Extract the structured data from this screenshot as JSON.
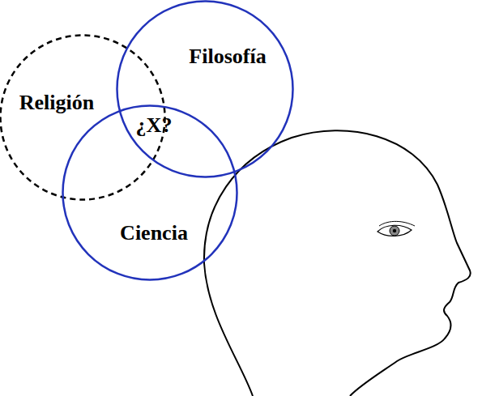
{
  "diagram": {
    "nodes": [
      {
        "text": [
          "Religión"
        ]
      },
      {
        "text": [
          "Filosofía"
        ]
      },
      {
        "text": [
          "Ciencia"
        ]
      }
    ],
    "labels": [
      "¿X?"
    ]
  }
}
